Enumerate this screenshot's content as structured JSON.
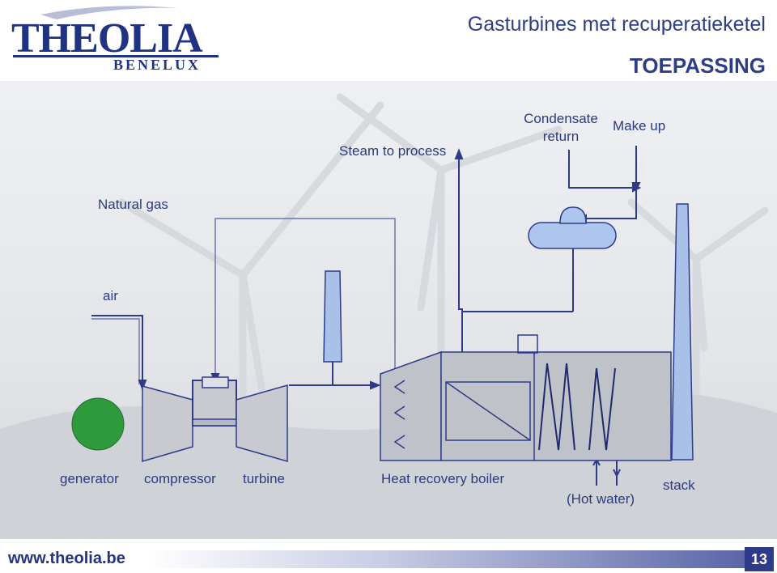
{
  "header": {
    "logo_main": "THEOLIA",
    "logo_sub": "BENELUX",
    "title": "Gasturbines met recuperatieketel",
    "section": "TOEPASSING"
  },
  "diagram": {
    "labels": {
      "steam": "Steam to process",
      "condensate": "Condensate\nreturn",
      "makeup": "Make up",
      "gas": "Natural gas",
      "air": "air",
      "generator": "generator",
      "compressor": "compressor",
      "turbine": "turbine",
      "boiler": "Heat recovery boiler",
      "hotwater": "(Hot water)",
      "stack": "stack"
    }
  },
  "footer": {
    "url": "www.theolia.be",
    "page": "13"
  },
  "colors": {
    "brand": "#2e3e86",
    "line": "#2f3b8a",
    "generator": "#2e9a3b",
    "stack": "#a9c1e9"
  }
}
